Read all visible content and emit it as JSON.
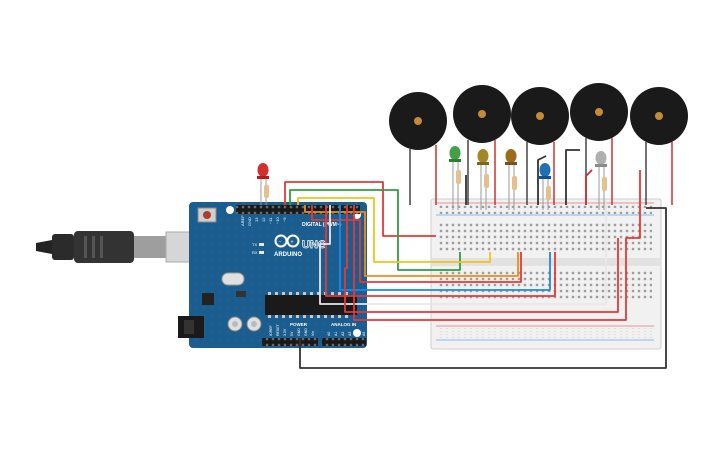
{
  "arduino": {
    "logo_text": "ARDUINO",
    "model": "UNO",
    "digital_header": "DIGITAL (PWM~)",
    "power_header": "POWER",
    "analog_header": "ANALOG IN",
    "led_tx": "TX",
    "led_rx": "RX",
    "top_pin_labels": [
      "AREF",
      "GND",
      "13",
      "12",
      "~11",
      "~10",
      "~9",
      "8",
      "7",
      "~6",
      "~5",
      "4",
      "~3",
      "2",
      "TX 1",
      "RX 0"
    ],
    "power_pin_labels": [
      "IOREF",
      "RESET",
      "3.3V",
      "5V",
      "GND",
      "GND",
      "Vin"
    ],
    "analog_pin_labels": [
      "A0",
      "A1",
      "A2",
      "A3",
      "A4",
      "A5"
    ]
  },
  "components": {
    "buzzers": 5,
    "leds": [
      {
        "color": "#d32f2f"
      },
      {
        "color": "#43a047"
      },
      {
        "color": "#a1862a"
      },
      {
        "color": "#9c6b1e"
      },
      {
        "color": "#1f6fb2"
      },
      {
        "color": "#b0b0b0"
      }
    ]
  },
  "wire_colors": {
    "red": "#e53935",
    "green": "#2e9e3e",
    "yellow": "#f2c318",
    "orange": "#ef8c1a",
    "blue": "#1e88e5",
    "black": "#333333",
    "white": "#e8e8e8"
  },
  "icons": [
    "usb-cable-icon",
    "reset-button-icon",
    "arduino-logo-icon",
    "dc-jack-icon"
  ]
}
